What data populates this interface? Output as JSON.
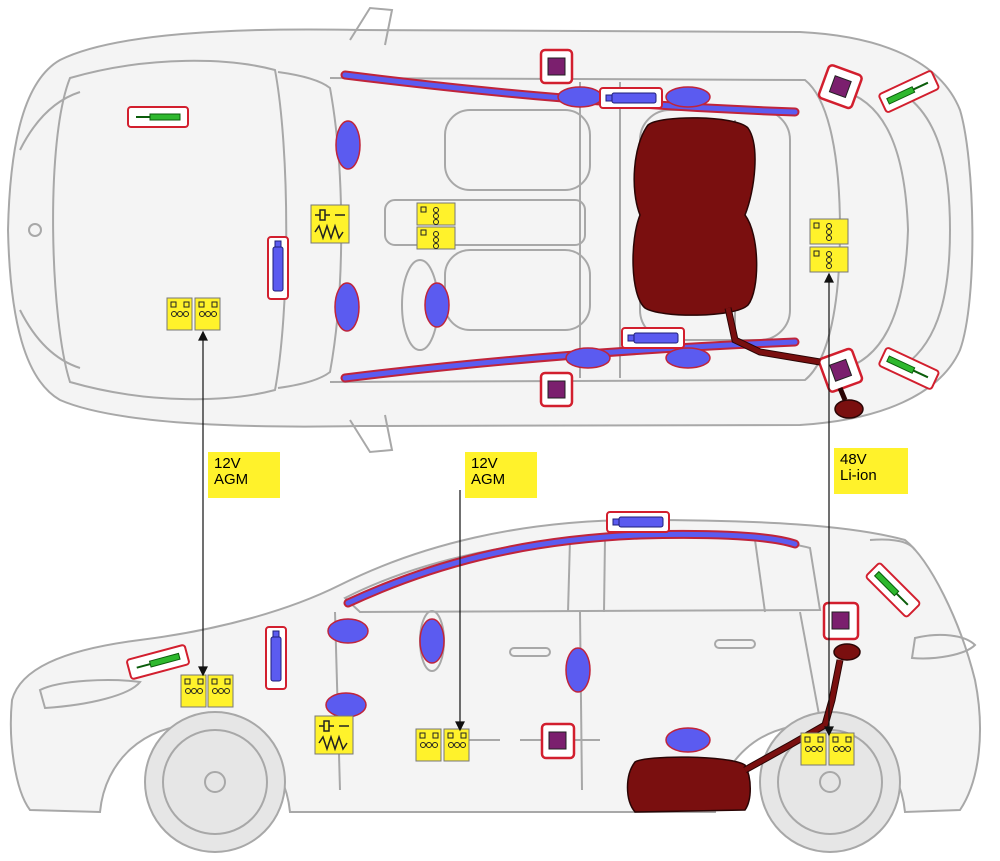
{
  "labels": {
    "front_battery": {
      "line1": "12V",
      "line2": "AGM"
    },
    "rear_battery": {
      "line1": "12V",
      "line2": "AGM"
    },
    "hv_battery": {
      "line1": "48V",
      "line2": "Li-ion"
    }
  },
  "colors": {
    "outline": "#a8a8a8",
    "fill_light": "#f4f4f4",
    "airbag": "#5b5bf0",
    "airbag_outline": "#c0243a",
    "box_outline": "#d21f2e",
    "inflator": "#7b1f6e",
    "battery_yellow": "#fff22b",
    "fuel_tank": "#7a0f0f",
    "gas_strut": "#2eb82e"
  }
}
